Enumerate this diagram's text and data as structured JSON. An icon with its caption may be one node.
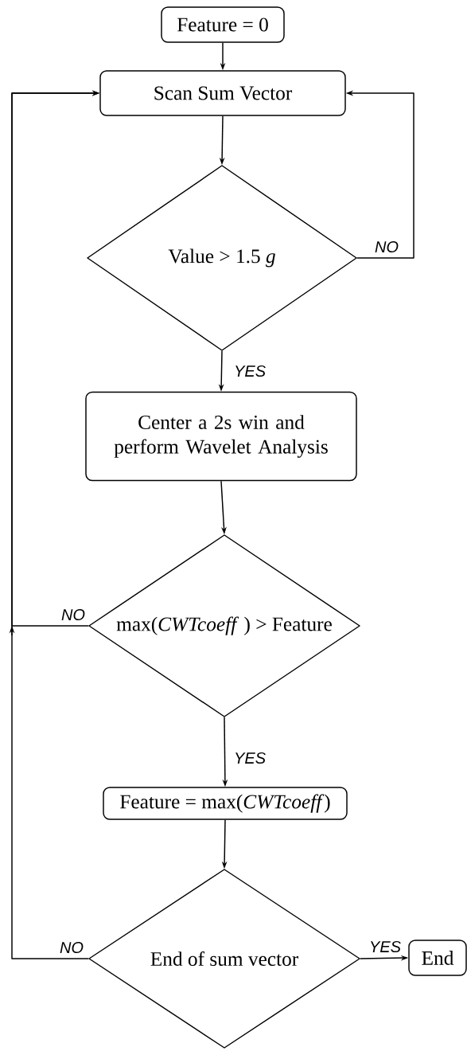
{
  "diagram": {
    "nodes": [
      {
        "text": [
          "Feature = 0"
        ]
      },
      {
        "text": [
          "Scan Sum Vector"
        ]
      },
      {
        "text": [
          "Value > 1.5 *g*"
        ]
      },
      {
        "text": [
          "Center a 2s win and perform Wavelet Analysis"
        ]
      },
      {
        "text": [
          "max(*CWTcoeff* ) > Feature"
        ]
      },
      {
        "text": [
          "Feature = max(*CWTcoeff*)"
        ]
      },
      {
        "text": [
          "End of sum vector"
        ]
      },
      {
        "text": [
          "End"
        ]
      }
    ],
    "edges": [
      {
        "from": 0,
        "to": 1,
        "arrow": "to"
      },
      {
        "from": 1,
        "to": 2,
        "arrow": "to"
      },
      {
        "from": 2,
        "to": 1,
        "arrow": "to",
        "label": "NO"
      },
      {
        "from": 2,
        "to": 3,
        "arrow": "to",
        "label": "YES"
      },
      {
        "from": 3,
        "to": 4,
        "arrow": "to"
      },
      {
        "from": 4,
        "to": 1,
        "arrow": "to",
        "label": "NO"
      },
      {
        "from": 4,
        "to": 5,
        "arrow": "to",
        "label": "YES"
      },
      {
        "from": 5,
        "to": 6,
        "arrow": "to"
      },
      {
        "from": 6,
        "to": 1,
        "arrow": "to",
        "label": "NO"
      },
      {
        "from": 6,
        "to": 7,
        "arrow": "to",
        "label": "YES"
      }
    ]
  }
}
